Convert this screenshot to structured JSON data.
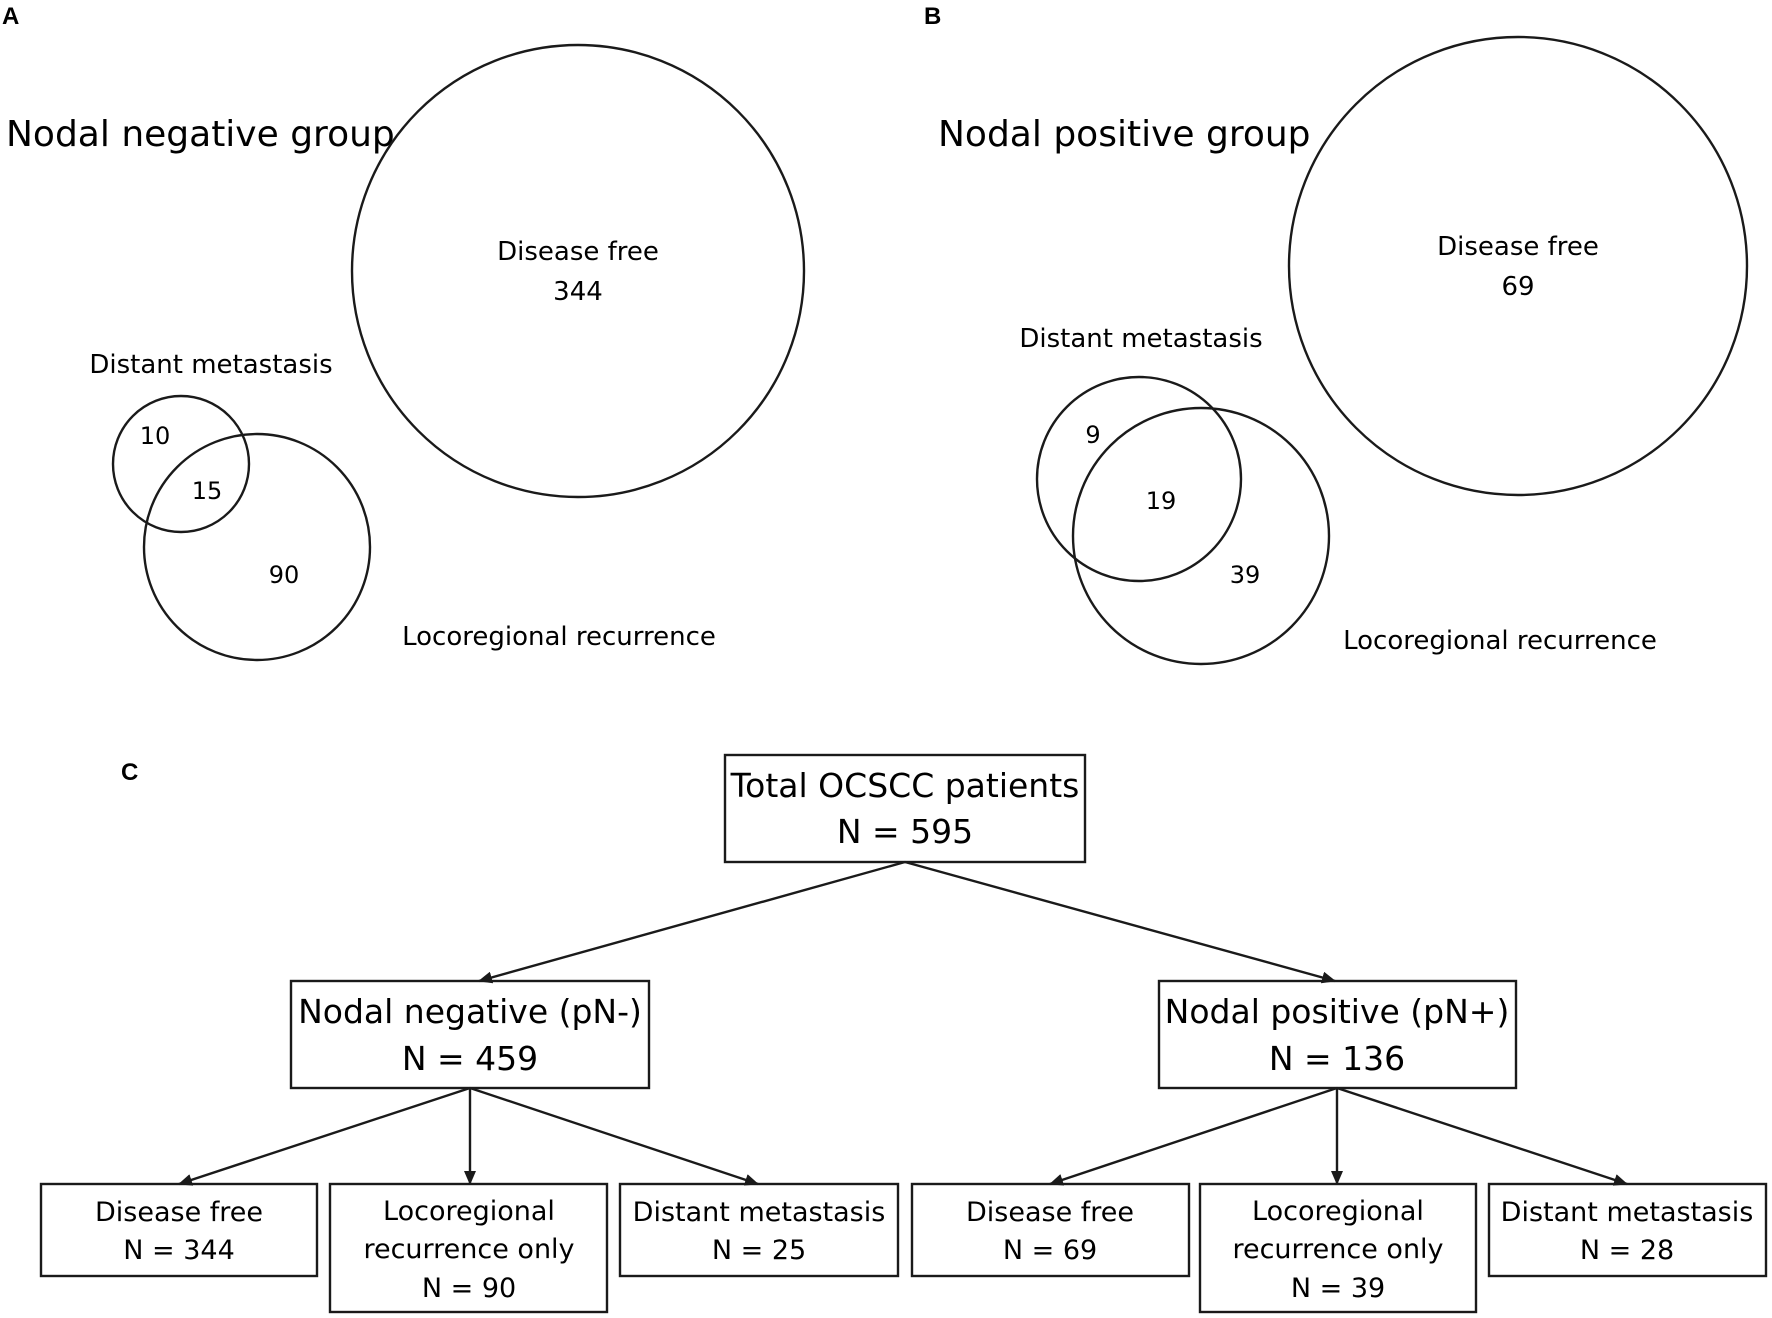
{
  "panel_a": {
    "letter": "A",
    "heading": "Nodal negative group",
    "disease_free_label": "Disease free",
    "disease_free_value": "344",
    "distant_label": "Distant metastasis",
    "distant_only_value": "10",
    "overlap_value": "15",
    "locoregional_only_value": "90",
    "locoregional_label": "Locoregional recurrence"
  },
  "panel_b": {
    "letter": "B",
    "heading": "Nodal positive group",
    "disease_free_label": "Disease free",
    "disease_free_value": "69",
    "distant_label": "Distant metastasis",
    "distant_only_value": "9",
    "overlap_value": "19",
    "locoregional_only_value": "39",
    "locoregional_label": "Locoregional recurrence"
  },
  "panel_c": {
    "letter": "C",
    "root": {
      "line1": "Total OCSCC patients",
      "line2": "N = 595"
    },
    "negative": {
      "line1": "Nodal negative (pN-)",
      "line2": "N = 459",
      "children": [
        {
          "line1": "Disease free",
          "line2": "N = 344"
        },
        {
          "line1": "Locoregional",
          "line2": "recurrence only",
          "line3": "N = 90"
        },
        {
          "line1": "Distant metastasis",
          "line2": "N = 25"
        }
      ]
    },
    "positive": {
      "line1": "Nodal positive (pN+)",
      "line2": "N = 136",
      "children": [
        {
          "line1": "Disease free",
          "line2": "N = 69"
        },
        {
          "line1": "Locoregional",
          "line2": "recurrence only",
          "line3": "N = 39"
        },
        {
          "line1": "Distant metastasis",
          "line2": "N = 28"
        }
      ]
    }
  }
}
